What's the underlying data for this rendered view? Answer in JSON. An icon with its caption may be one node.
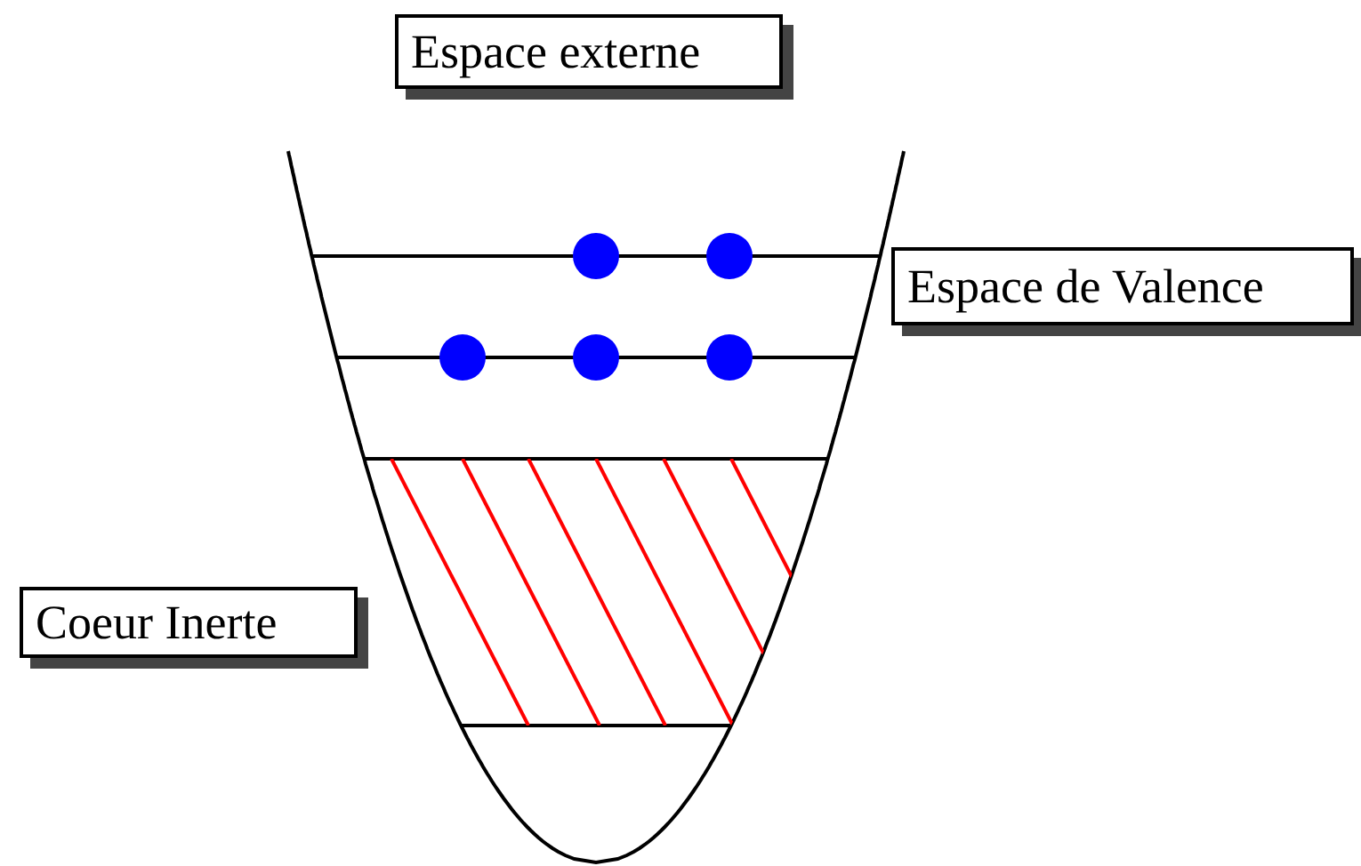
{
  "diagram": {
    "nodes": [
      {
        "text": [
          "Espace externe"
        ]
      },
      {
        "text": [
          "Espace de Valence"
        ]
      },
      {
        "text": [
          "Coeur Inerte"
        ]
      }
    ]
  }
}
